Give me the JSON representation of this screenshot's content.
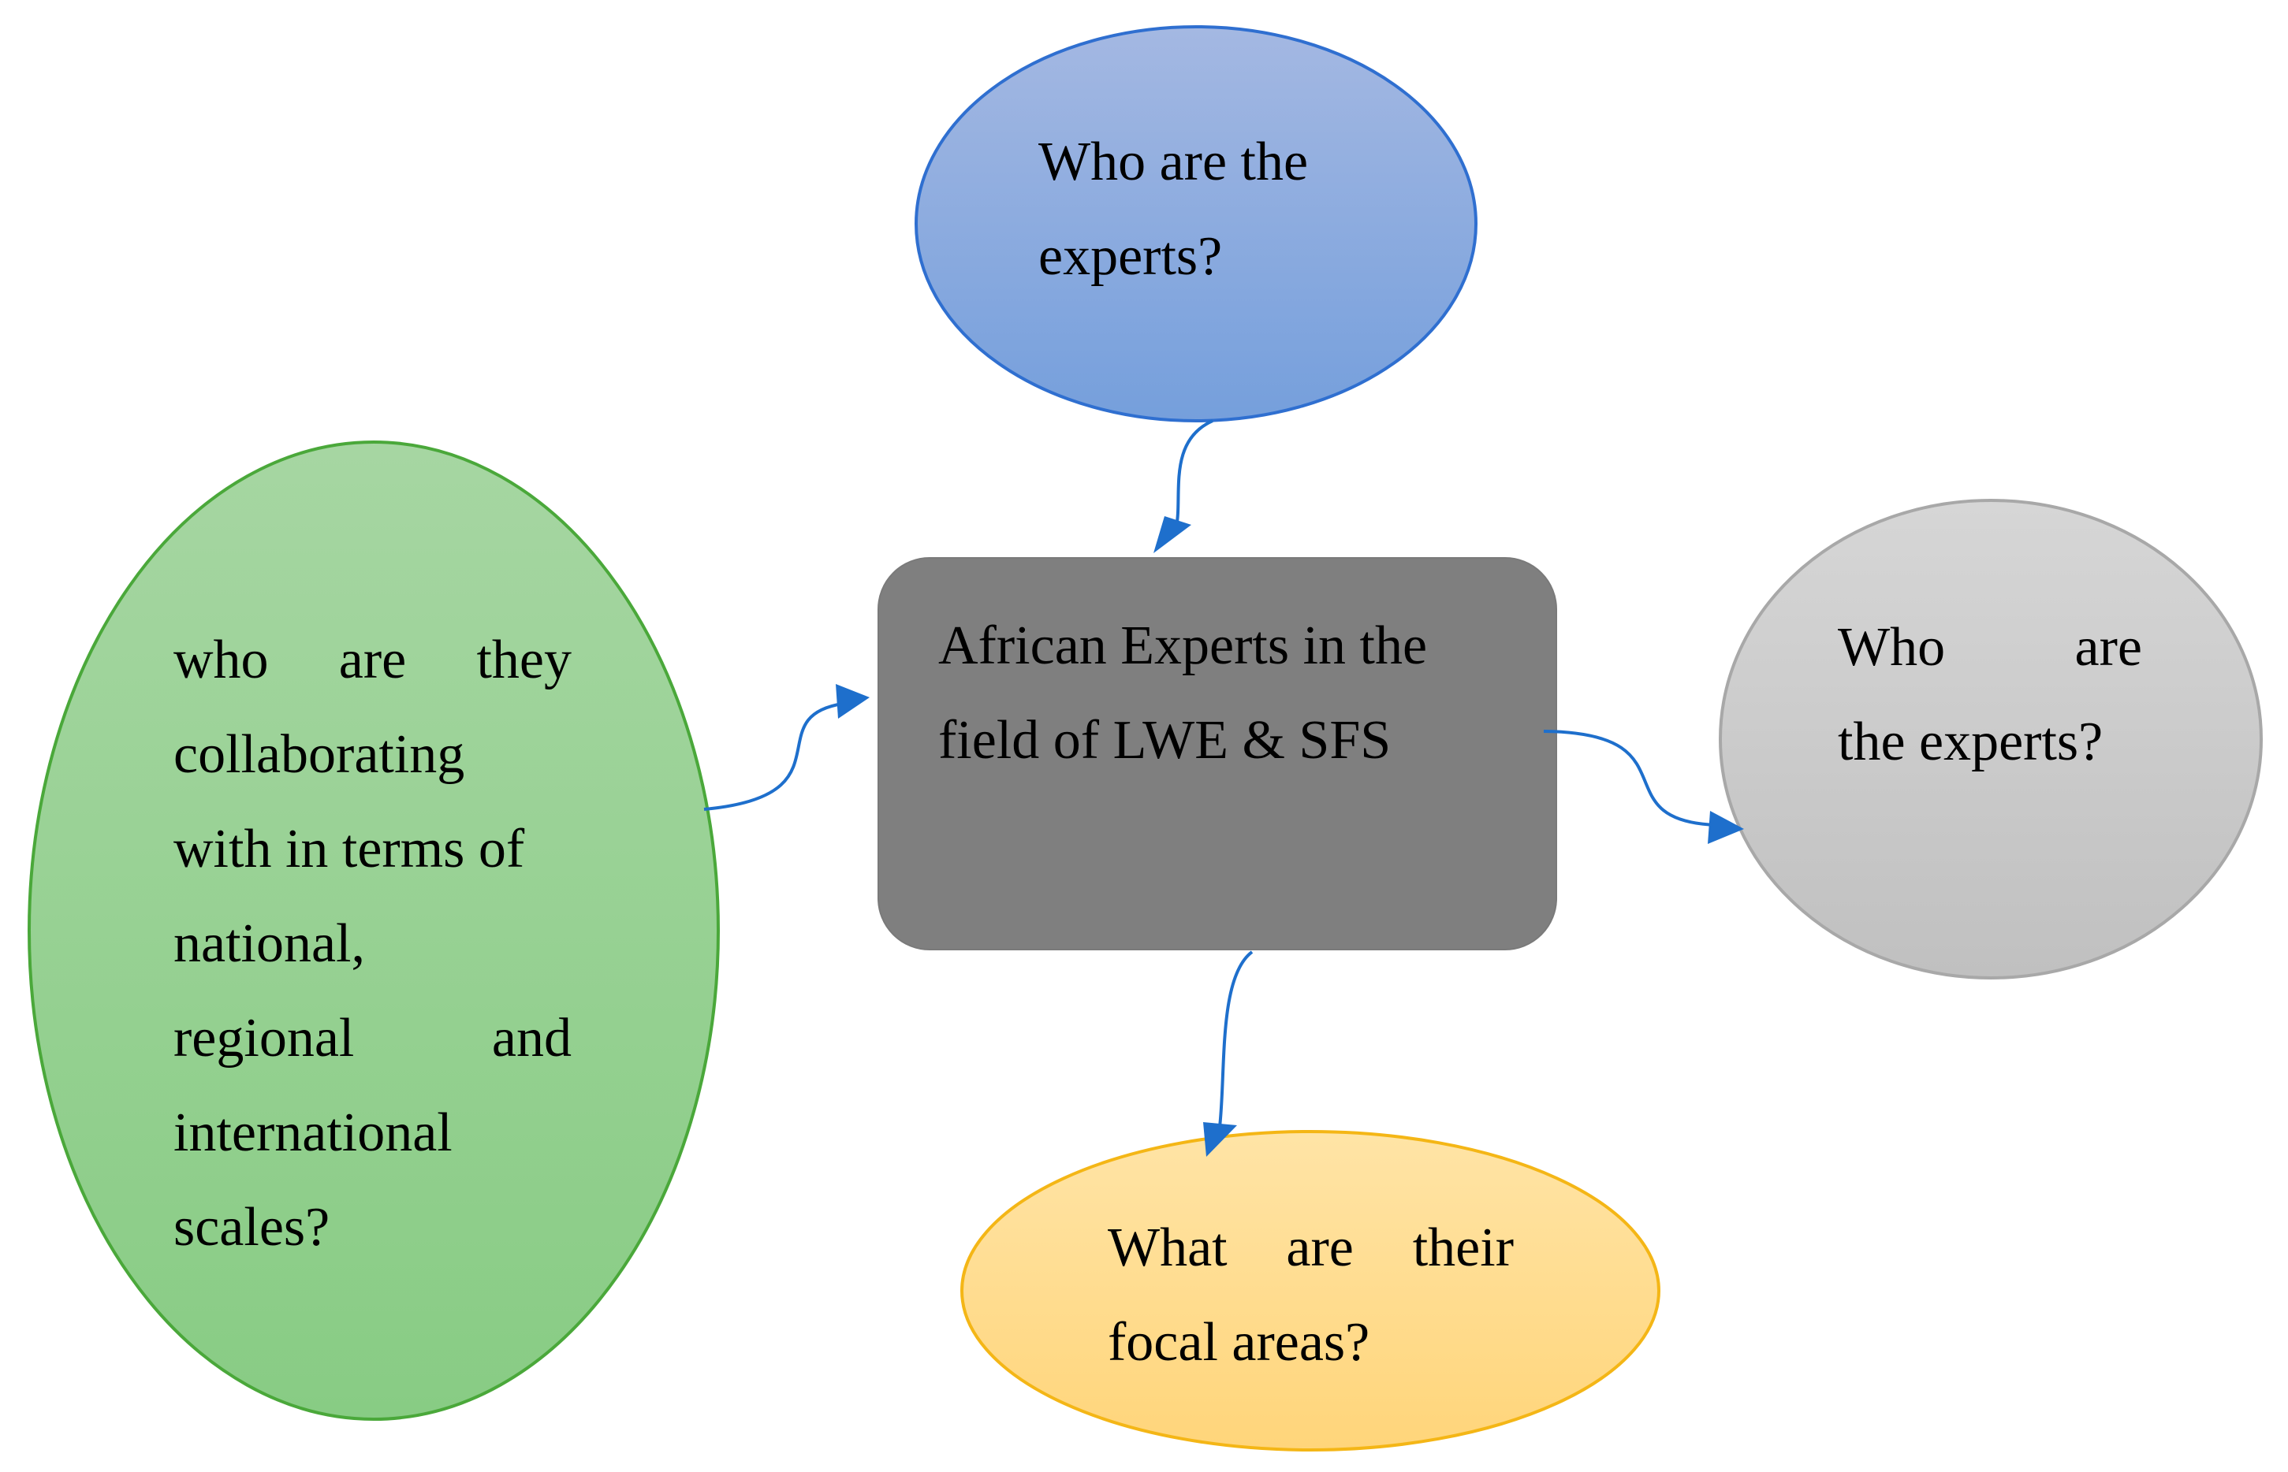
{
  "center": {
    "lines": [
      "African Experts in the",
      "field of LWE & SFS"
    ],
    "fill": "#7f7f7f"
  },
  "top_node": {
    "lines": [
      "Who are the",
      "experts?"
    ],
    "fill_top": "#a4b8e2",
    "fill_bottom": "#759fdc",
    "stroke": "#2f6fd0"
  },
  "right_node": {
    "lines": [
      "Who are",
      "the experts?"
    ],
    "fill_top": "#d6d6d6",
    "fill_bottom": "#c0c0c0",
    "stroke": "#a8a8a8"
  },
  "bottom_node": {
    "lines": [
      "What are their",
      "focal areas?"
    ],
    "fill_top": "#ffe4a6",
    "fill_bottom": "#ffd57a",
    "stroke": "#f4b616"
  },
  "left_node": {
    "lines": [
      "who are they",
      "collaborating",
      "with in terms of",
      "national,",
      "regional and",
      "international",
      "scales?"
    ],
    "fill_top": "#a6d6a2",
    "fill_bottom": "#88cc84",
    "stroke": "#4aa83a"
  },
  "arrow_color": "#1e6fcc"
}
